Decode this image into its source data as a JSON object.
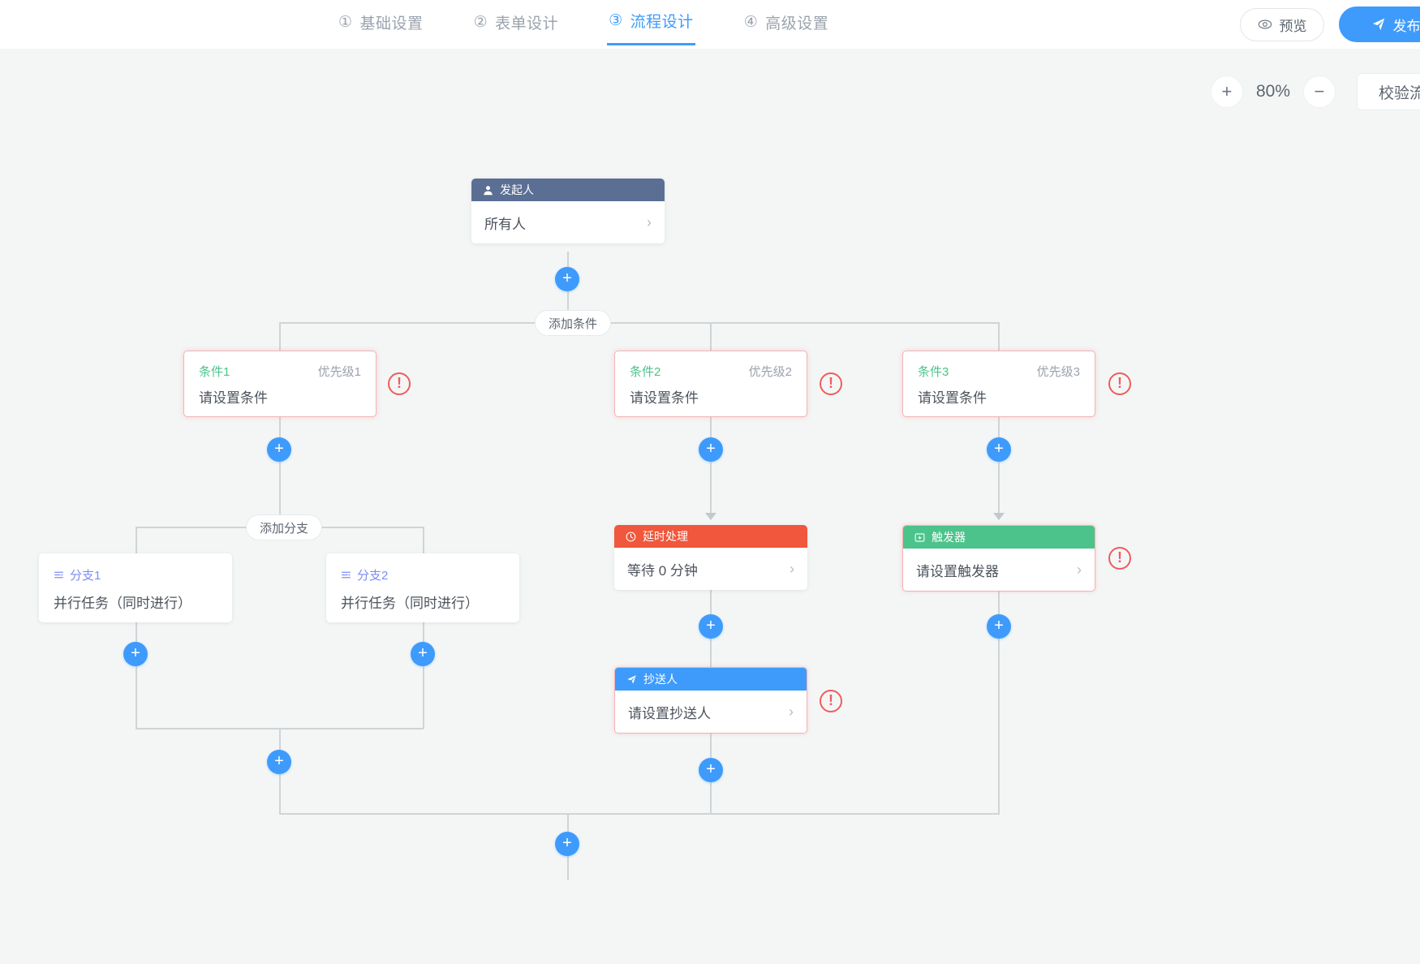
{
  "header": {
    "steps": [
      {
        "num": "①",
        "label": "基础设置",
        "active": false
      },
      {
        "num": "②",
        "label": "表单设计",
        "active": false
      },
      {
        "num": "③",
        "label": "流程设计",
        "active": true
      },
      {
        "num": "④",
        "label": "高级设置",
        "active": false
      }
    ],
    "preview_label": "预览",
    "publish_label": "发布",
    "preview_icon": "eye-icon",
    "publish_icon": "send-icon"
  },
  "toolbar": {
    "zoom_in_label": "+",
    "zoom_out_label": "−",
    "zoom_level": "80%",
    "validate_label": "校验流程"
  },
  "flow": {
    "initiator": {
      "title": "发起人",
      "icon": "user-icon",
      "value": "所有人",
      "chevron": "›"
    },
    "add_condition_label": "添加条件",
    "add_branch_label": "添加分支",
    "conditions": [
      {
        "name": "条件1",
        "priority": "优先级1",
        "value": "请设置条件",
        "error": true
      },
      {
        "name": "条件2",
        "priority": "优先级2",
        "value": "请设置条件",
        "error": true
      },
      {
        "name": "条件3",
        "priority": "优先级3",
        "value": "请设置条件",
        "error": true
      }
    ],
    "branches": [
      {
        "name": "分支1",
        "icon": "branch-icon",
        "value": "并行任务（同时进行）"
      },
      {
        "name": "分支2",
        "icon": "branch-icon",
        "value": "并行任务（同时进行）"
      }
    ],
    "delay": {
      "title": "延时处理",
      "icon": "clock-icon",
      "value": "等待 0 分钟",
      "chevron": "›"
    },
    "cc": {
      "title": "抄送人",
      "icon": "send-icon",
      "value": "请设置抄送人",
      "chevron": "›",
      "error": true
    },
    "trigger": {
      "title": "触发器",
      "icon": "trigger-icon",
      "value": "请设置触发器",
      "chevron": "›",
      "error": true
    },
    "error_mark": "!",
    "plus_label": "+"
  }
}
